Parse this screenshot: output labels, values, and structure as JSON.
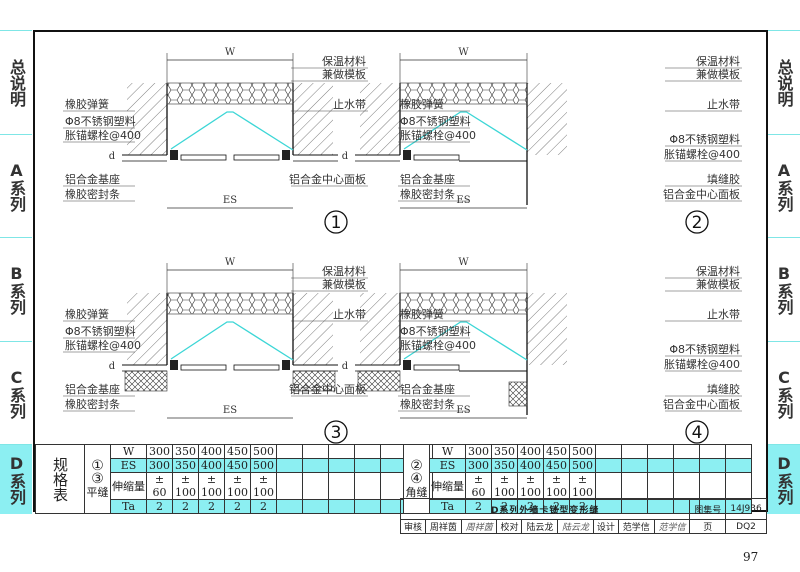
{
  "side_tabs": [
    {
      "label": "总说明",
      "active": false
    },
    {
      "label": "A系列",
      "active": false
    },
    {
      "label": "B系列",
      "active": false
    },
    {
      "label": "C系列",
      "active": false
    },
    {
      "label": "D系列",
      "active": true
    }
  ],
  "details": [
    {
      "number": "1",
      "dim_top": "W",
      "dim_bottom": "ES",
      "dim_side": "d",
      "left_labels": [
        "橡胶弹簧",
        "Φ8不锈钢塑料",
        "胀锚螺栓@400",
        "铝合金基座",
        "橡胶密封条"
      ],
      "right_labels": [
        "保温材料",
        "兼做模板",
        "止水带",
        "铝合金中心面板"
      ]
    },
    {
      "number": "2",
      "dim_top": "W",
      "dim_bottom": "ES",
      "dim_side": "d",
      "left_labels": [
        "橡胶弹簧",
        "Φ8不锈钢塑料",
        "胀锚螺栓@400",
        "铝合金基座",
        "橡胶密封条"
      ],
      "right_labels": [
        "保温材料",
        "兼做模板",
        "止水带",
        "Φ8不锈钢塑料",
        "胀锚螺栓@400",
        "填缝胶",
        "铝合金中心面板"
      ]
    },
    {
      "number": "3",
      "dim_top": "W",
      "dim_bottom": "ES",
      "dim_side": "d",
      "left_labels": [
        "橡胶弹簧",
        "Φ8不锈钢塑料",
        "胀锚螺栓@400",
        "铝合金基座",
        "橡胶密封条"
      ],
      "right_labels": [
        "保温材料",
        "兼做模板",
        "止水带",
        "铝合金中心面板"
      ]
    },
    {
      "number": "4",
      "dim_top": "W",
      "dim_bottom": "ES",
      "dim_side": "d",
      "left_labels": [
        "橡胶弹簧",
        "Φ8不锈钢塑料",
        "胀锚螺栓@400",
        "铝合金基座",
        "橡胶密封条"
      ],
      "right_labels": [
        "保温材料",
        "兼做模板",
        "止水带",
        "Φ8不锈钢塑料",
        "胀锚螺栓@400",
        "填缝胶",
        "铝合金中心面板"
      ]
    }
  ],
  "spec_table": {
    "title": "规格表",
    "groups": [
      {
        "refs": [
          "①",
          "③"
        ],
        "type": "平缝",
        "rows": [
          {
            "label": "W",
            "values": [
              "300",
              "350",
              "400",
              "450",
              "500"
            ]
          },
          {
            "label": "ES",
            "values": [
              "300",
              "350",
              "400",
              "450",
              "500"
            ]
          },
          {
            "label": "伸缩量",
            "values": [
              "± 60",
              "± 100",
              "± 100",
              "± 100",
              "± 100"
            ]
          },
          {
            "label": "Ta",
            "values": [
              "2",
              "2",
              "2",
              "2",
              "2"
            ]
          }
        ]
      },
      {
        "refs": [
          "②",
          "④"
        ],
        "type": "角缝",
        "rows": [
          {
            "label": "W",
            "values": [
              "300",
              "350",
              "400",
              "450",
              "500"
            ]
          },
          {
            "label": "ES",
            "values": [
              "300",
              "350",
              "400",
              "450",
              "500"
            ]
          },
          {
            "label": "伸缩量",
            "values": [
              "± 60",
              "± 100",
              "± 100",
              "± 100",
              "± 100"
            ]
          },
          {
            "label": "Ta",
            "values": [
              "2",
              "2",
              "2",
              "2",
              "2"
            ]
          }
        ]
      }
    ]
  },
  "title_block": {
    "title": "D系列外墙卡锁型变形缝",
    "atlas_label": "图集号",
    "atlas_no": "14J936",
    "review_label": "审核",
    "reviewer": "周祥茵",
    "reviewer_sign": "周祥茵",
    "check_label": "校对",
    "checker": "陆云龙",
    "checker_sign": "陆云龙",
    "design_label": "设计",
    "designer": "范学信",
    "designer_sign": "范学信",
    "page_label": "页",
    "page_code": "DQ2"
  },
  "page_number": "97",
  "colors": {
    "accent_cyan": "#8ceff2",
    "waterstop": "#3cd6d6",
    "line": "#222222"
  }
}
